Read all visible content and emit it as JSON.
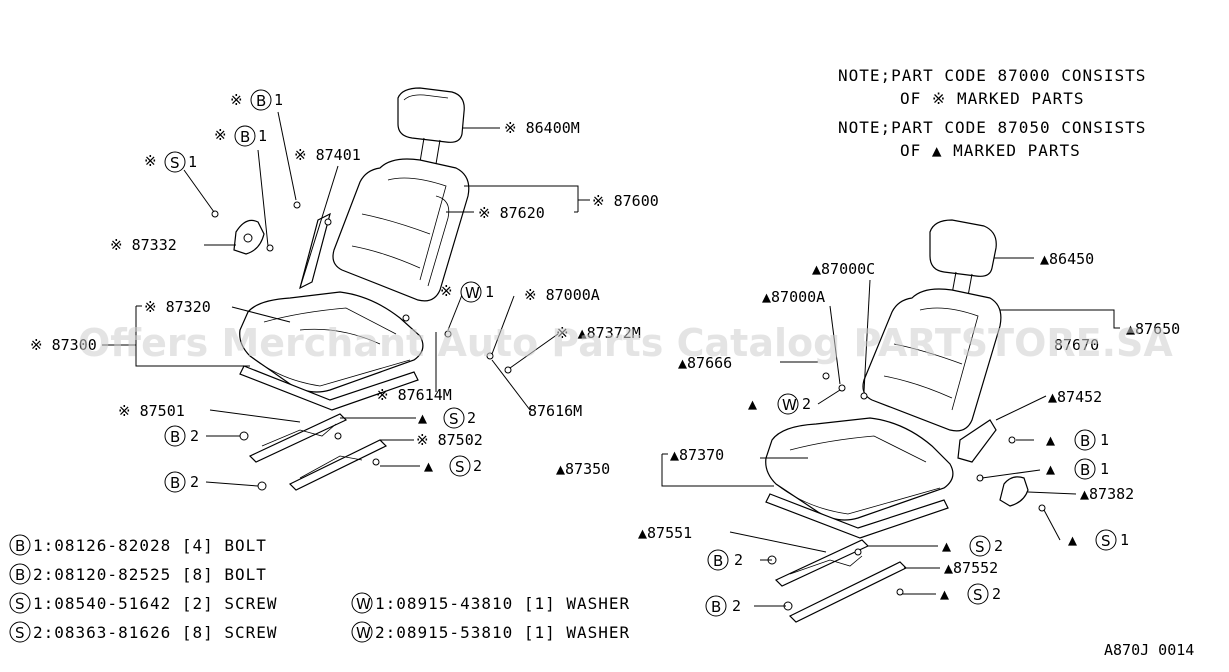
{
  "notes": {
    "line1a": "NOTE;PART CODE 87000 CONSISTS",
    "line1b": "OF ※ MARKED PARTS",
    "line2a": "NOTE;PART CODE 87050 CONSISTS",
    "line2b": "OF ▲ MARKED PARTS"
  },
  "callouts_left": {
    "b1_top": "※",
    "b1_top_num": "1",
    "b1_mid": "※",
    "b1_mid_num": "1",
    "s1": "※",
    "s1_num": "1",
    "p86400M": "※ 86400M",
    "p87401": "※ 87401",
    "p87600": "※ 87600",
    "p87620": "※ 87620",
    "p87332": "※ 87332",
    "w1": "※",
    "w1_num": "1",
    "p87000A": "※ 87000A",
    "p87320": "※ 87320",
    "p87300": "※ 87300",
    "p87372M": "※ ▲87372M",
    "p87614M": "※ 87614M",
    "p87616M": "87616M",
    "p87501": "※ 87501",
    "s2_a": "▲",
    "s2_a_num": "2",
    "p87502": "※ 87502",
    "b2_a_num": "2",
    "s2_b": "▲",
    "s2_b_num": "2",
    "b2_b_num": "2"
  },
  "callouts_right": {
    "p87000C": "▲87000C",
    "p86450": "▲86450",
    "p87000A": "▲87000A",
    "p87650": "▲87650",
    "p87670": "87670",
    "p87666": "▲87666",
    "w2": "▲",
    "w2_num": "2",
    "p87452": "▲87452",
    "b1_a": "▲",
    "b1_a_num": "1",
    "b1_b": "▲",
    "b1_b_num": "1",
    "p87350": "▲87350",
    "p87370": "▲87370",
    "p87382": "▲87382",
    "s1": "▲",
    "s1_num": "1",
    "p87551": "▲87551",
    "s2_a": "▲",
    "s2_a_num": "2",
    "b2_a_num": "2",
    "p87552": "▲87552",
    "b2_b_num": "2",
    "s2_b": "▲",
    "s2_b_num": "2"
  },
  "symbols": {
    "B": "B",
    "S": "S",
    "W": "W"
  },
  "legend": {
    "b1": "1:08126-82028 [4] BOLT",
    "b2": "2:08120-82525 [8] BOLT",
    "s1": "1:08540-51642 [2] SCREW",
    "s2": "2:08363-81626 [8] SCREW",
    "w1": "1:08915-43810 [1]  WASHER",
    "w2": "2:08915-53810 [1]  WASHER"
  },
  "diagram_code": "A870J 0014",
  "watermark": "Offers Merchant Auto Parts Catalog PARTSTORE.SA"
}
